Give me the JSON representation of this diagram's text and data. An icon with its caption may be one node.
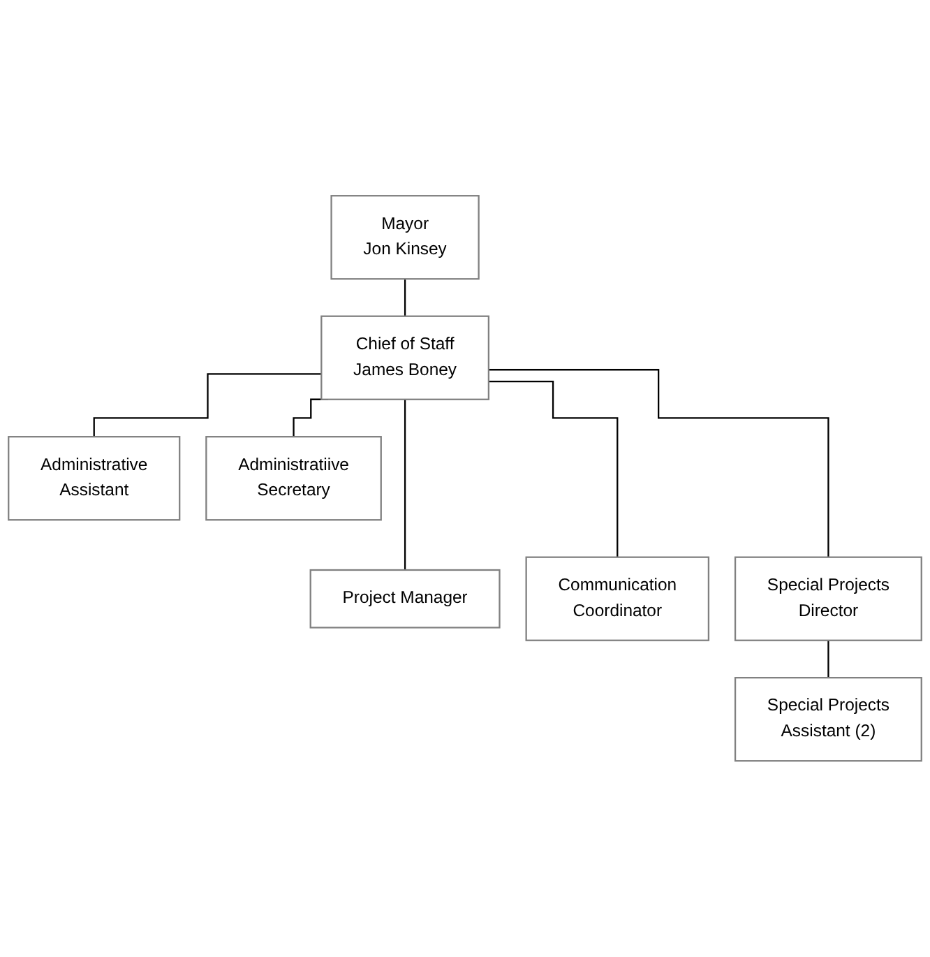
{
  "diagram": {
    "nodes": [
      {
        "text": [
          "Mayor",
          "Jon Kinsey"
        ]
      },
      {
        "text": [
          "Chief of Staff",
          "James Boney"
        ]
      },
      {
        "text": [
          "Administrative Assistant"
        ]
      },
      {
        "text": [
          "Administratiive Secretary"
        ]
      },
      {
        "text": [
          "Project Manager"
        ]
      },
      {
        "text": [
          "Communication Coordinator"
        ]
      },
      {
        "text": [
          "Special Projects Director"
        ]
      },
      {
        "text": [
          "Special Projects Assistant (2)"
        ]
      }
    ],
    "edges": [
      {
        "from": 0,
        "to": 1,
        "arrow": "none"
      },
      {
        "from": 1,
        "to": 2,
        "arrow": "none"
      },
      {
        "from": 1,
        "to": 3,
        "arrow": "none"
      },
      {
        "from": 1,
        "to": 4,
        "arrow": "none"
      },
      {
        "from": 1,
        "to": 5,
        "arrow": "none"
      },
      {
        "from": 1,
        "to": 6,
        "arrow": "none"
      },
      {
        "from": 6,
        "to": 7,
        "arrow": "none"
      }
    ]
  }
}
